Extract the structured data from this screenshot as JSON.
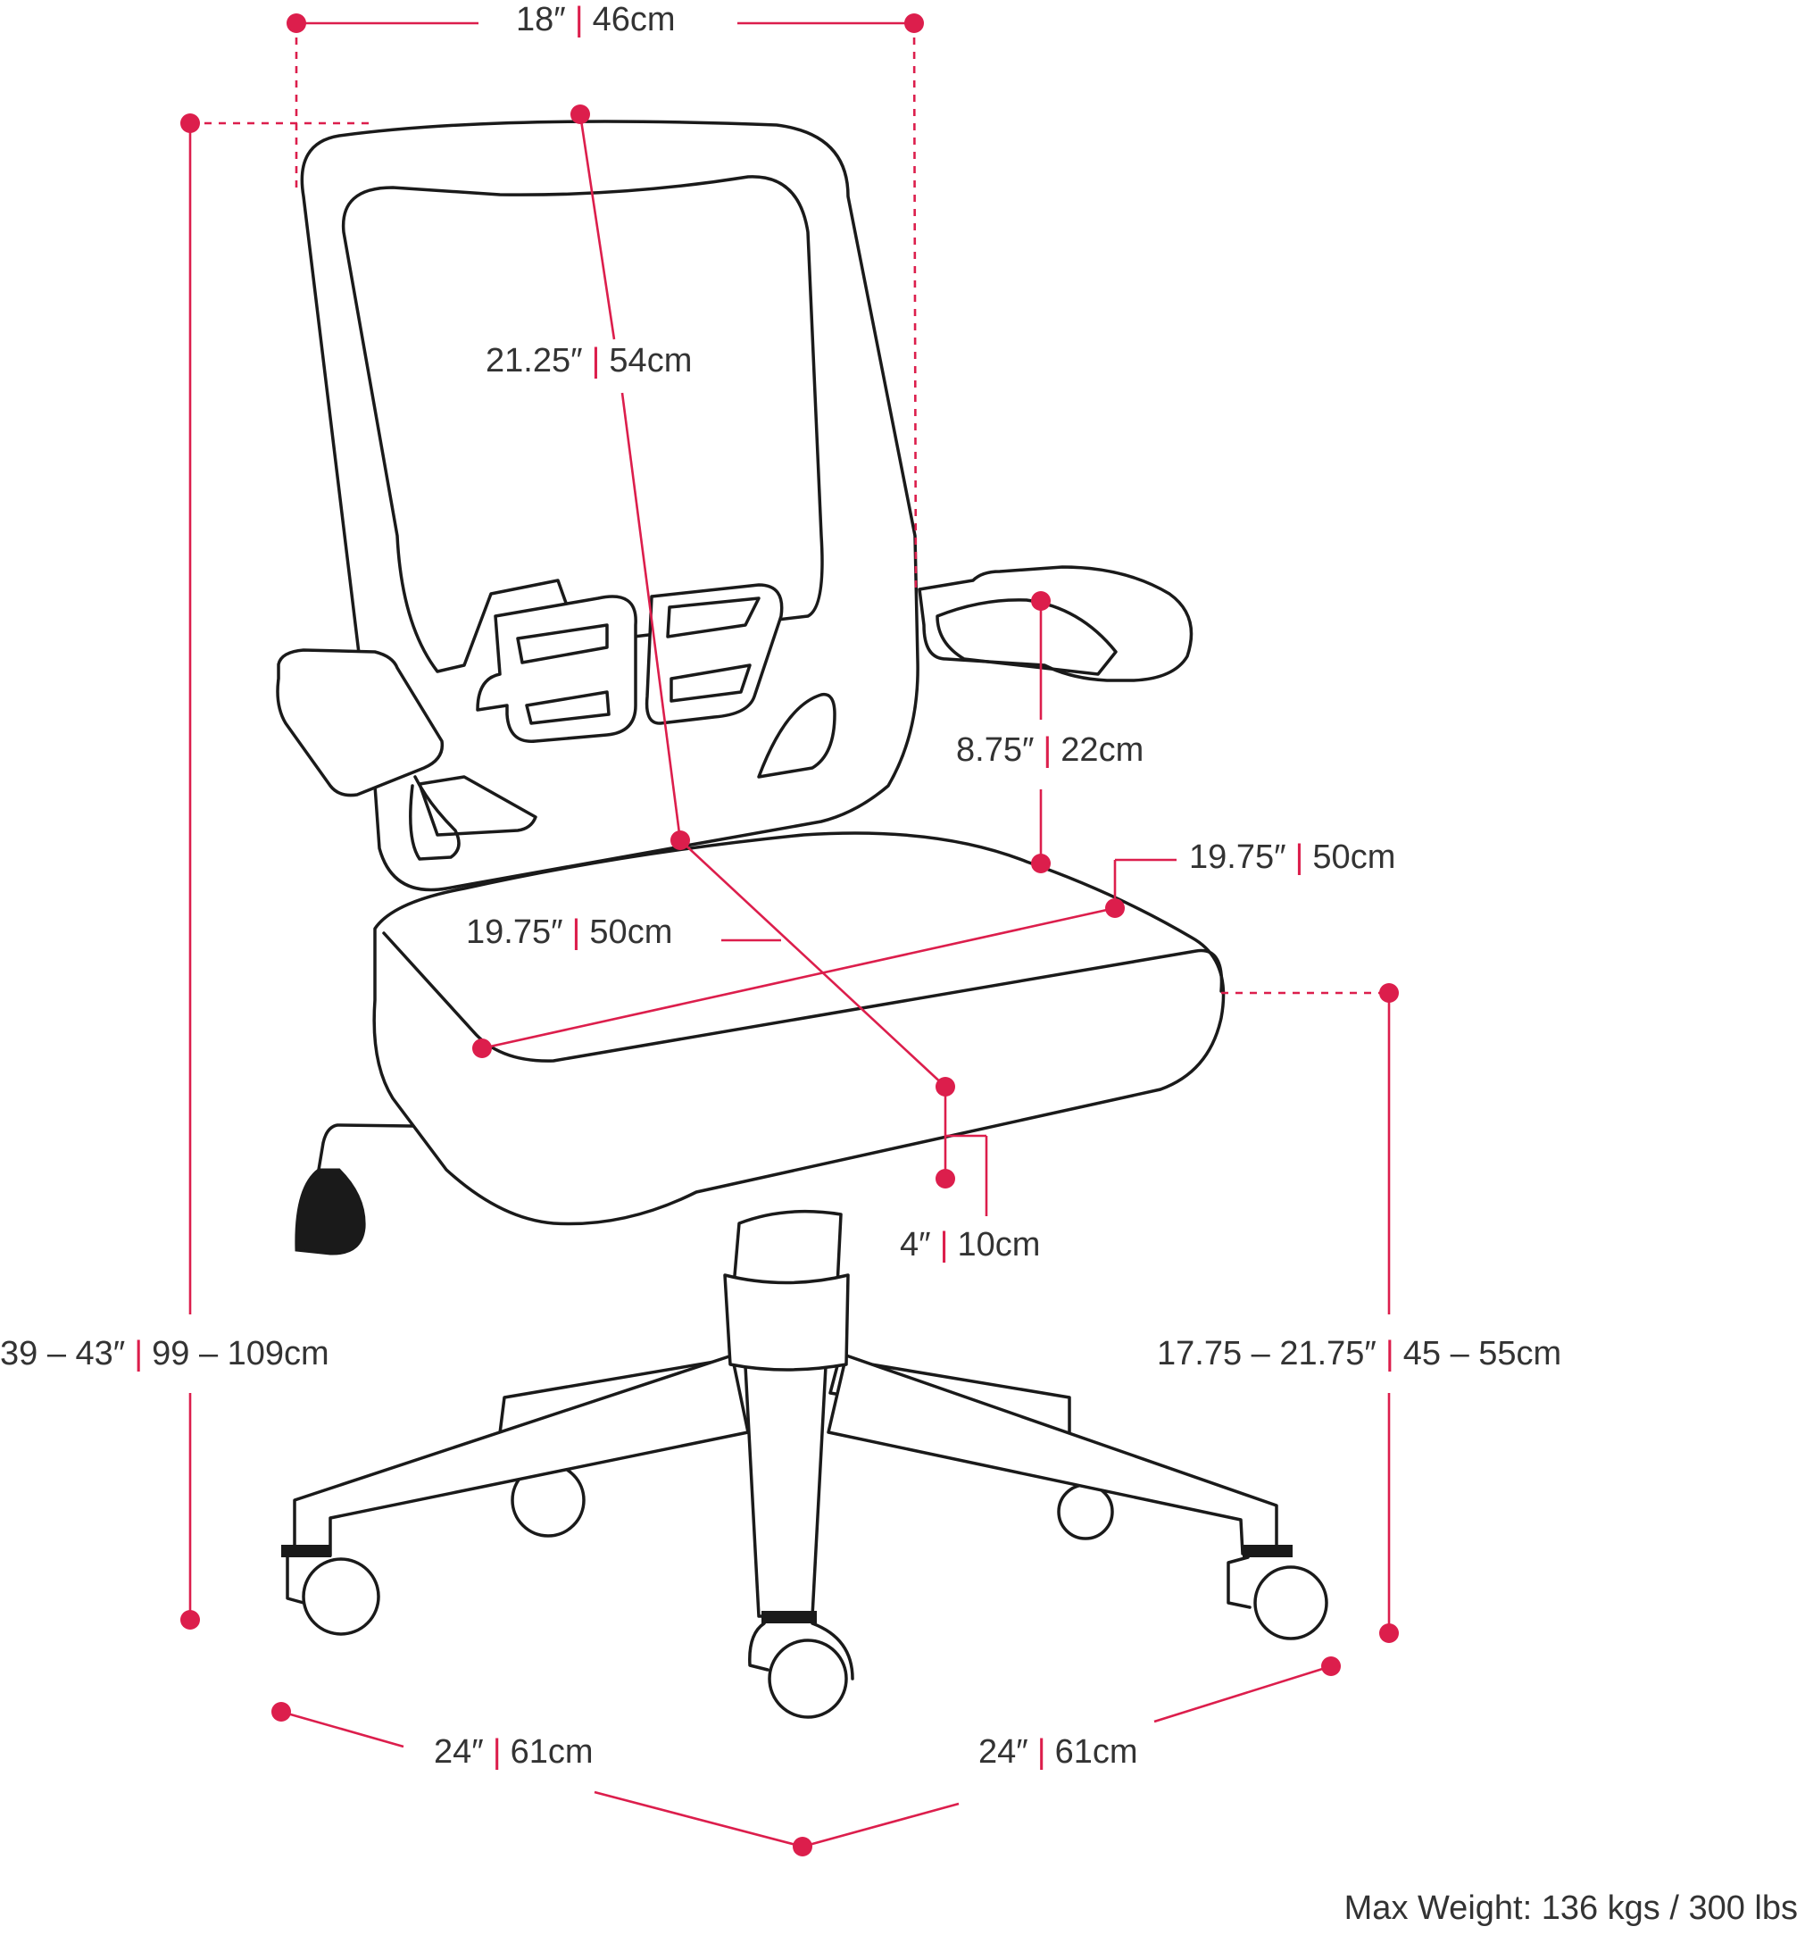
{
  "colors": {
    "dimension": "#dc1e4c",
    "outline": "#1a1a1a",
    "text": "#333333"
  },
  "dimensions": {
    "width": {
      "imperial": "18″",
      "metric": "46cm"
    },
    "back_height": {
      "imperial": "21.25″",
      "metric": "54cm"
    },
    "arm_height": {
      "imperial": "8.75″",
      "metric": "22cm"
    },
    "seat_width": {
      "imperial": "19.75″",
      "metric": "50cm"
    },
    "seat_depth": {
      "imperial": "19.75″",
      "metric": "50cm"
    },
    "seat_thickness": {
      "imperial": "4″",
      "metric": "10cm"
    },
    "overall_height": {
      "imperial": "39 – 43″",
      "metric": "99 – 109cm"
    },
    "seat_height": {
      "imperial": "17.75 – 21.75″",
      "metric": "45 – 55cm"
    },
    "base_left": {
      "imperial": "24″",
      "metric": "61cm"
    },
    "base_right": {
      "imperial": "24″",
      "metric": "61cm"
    }
  },
  "max_weight": "Max Weight: 136 kgs / 300 lbs"
}
